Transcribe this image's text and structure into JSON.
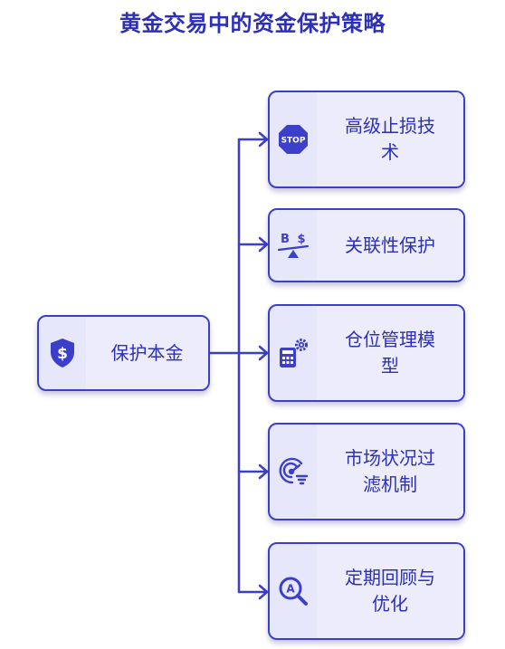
{
  "title": "黄金交易中的资金保护策略",
  "colors": {
    "accent": "#3b3fc9",
    "fill": "#e6e7fb",
    "text": "#2c2fb8"
  },
  "root": {
    "label": "保护本金",
    "icon": "shield-dollar-icon"
  },
  "children": [
    {
      "label": "高级止损技术",
      "icon": "stop-sign-icon"
    },
    {
      "label": "关联性保护",
      "icon": "currency-balance-icon"
    },
    {
      "label": "仓位管理模型",
      "icon": "calculator-gear-icon"
    },
    {
      "label": "市场状况过滤机制",
      "icon": "radar-filter-icon"
    },
    {
      "label": "定期回顾与优化",
      "icon": "search-review-icon"
    }
  ]
}
